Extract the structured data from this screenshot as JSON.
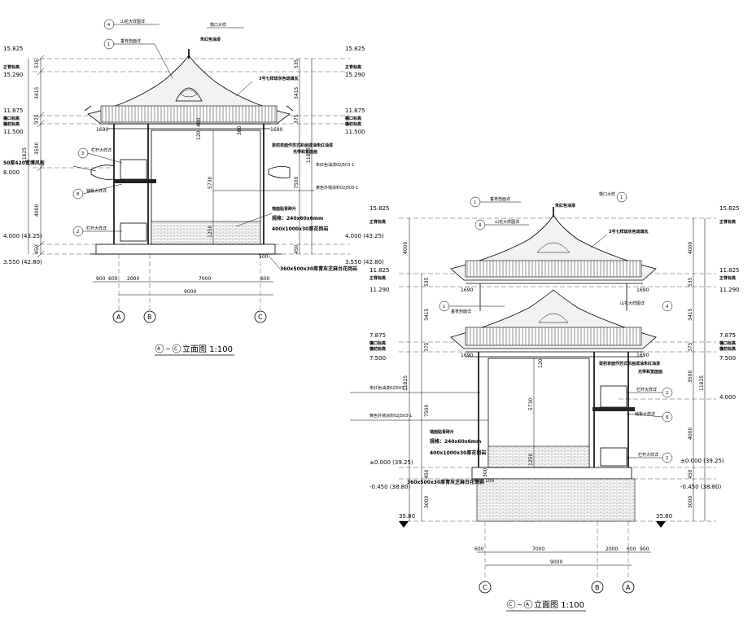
{
  "elevation_left": {
    "title_prefix_a": "A",
    "title_mid": "~",
    "title_prefix_c": "C",
    "title_text": "立面图 1:100",
    "levels_left": [
      {
        "value": "15.825",
        "label": "正脊标高"
      },
      {
        "value": "15.290",
        "label": ""
      },
      {
        "value": "11.875",
        "label": "檐口标高"
      },
      {
        "value": "11.500",
        "label": "檐枋标高"
      },
      {
        "value": "8.000",
        "label": ""
      },
      {
        "value": "4.000 (43.25)",
        "label": ""
      },
      {
        "value": "3.550 (42.80)",
        "label": ""
      }
    ],
    "levels_right": [
      {
        "value": "15.825",
        "label": "正脊标高"
      },
      {
        "value": "15.290",
        "label": ""
      },
      {
        "value": "11.875",
        "label": "檐口标高"
      },
      {
        "value": "11.500",
        "label": "檐枋标高"
      },
      {
        "value": "4.000 (43.25)",
        "label": ""
      },
      {
        "value": "3.550 (42.80)",
        "label": ""
      }
    ],
    "dims_vertical_left": [
      "535",
      "3415",
      "375",
      "3500",
      "4000",
      "450",
      "11825"
    ],
    "dims_vertical_right": [
      "535",
      "3415",
      "375",
      "7500",
      "450",
      "11825"
    ],
    "dims_inner": [
      "5730",
      "120",
      "400",
      "1250",
      "380",
      "500"
    ],
    "dims_horizontal": [
      "900",
      "600",
      "2000",
      "7000",
      "600",
      "9000",
      "1690",
      "1690"
    ],
    "axes": [
      "A",
      "B",
      "C"
    ],
    "callouts": [
      {
        "text": "山花大样图详",
        "num": "4"
      },
      {
        "text": "垂脊剖面详",
        "num": "1"
      },
      {
        "text": "檐口大样",
        "num": ""
      },
      {
        "text": "朱红色油漆",
        "num": ""
      },
      {
        "text": "3号七样琉灰色琉璃瓦",
        "num": ""
      },
      {
        "text": "栏杆大样详",
        "num": "3"
      },
      {
        "text": "铺板大样详",
        "num": "8"
      },
      {
        "text": "栏杆大样详",
        "num": "2"
      },
      {
        "text": "50厚420宽博风板",
        "num": ""
      },
      {
        "text": "朱红色油漆02J503-1",
        "num": ""
      },
      {
        "text": "黄色外墙涂料02J503-1",
        "num": ""
      },
      {
        "text": "梁枋表面作苏式彩画或油朱红油漆",
        "num": ""
      },
      {
        "text": "光带和宽面画",
        "num": ""
      },
      {
        "text": "墙面贴青砖片",
        "num": ""
      },
      {
        "text": "规格：240x60x6mm",
        "num": ""
      },
      {
        "text": "400x1000x30厚花岗岩",
        "num": ""
      },
      {
        "text": "360x500x30厚青灰芝麻台花岗岩",
        "num": ""
      }
    ]
  },
  "elevation_right": {
    "title_prefix_c": "C",
    "title_mid": "~",
    "title_prefix_a": "A",
    "title_text": "立面图 1:100",
    "levels_left": [
      {
        "value": "15.825",
        "label": "正脊标高"
      },
      {
        "value": "11.825",
        "label": "正脊标高"
      },
      {
        "value": "11.290",
        "label": ""
      },
      {
        "value": "7.875",
        "label": "檐口标高"
      },
      {
        "value": "7.500",
        "label": "檐枋标高"
      },
      {
        "value": "±0.000 (39.25)",
        "label": ""
      },
      {
        "value": "-0.450 (38.80)",
        "label": ""
      },
      {
        "value": "35.80",
        "label": ""
      }
    ],
    "levels_right": [
      {
        "value": "15.825",
        "label": "正脊标高"
      },
      {
        "value": "11.825",
        "label": "正脊标高"
      },
      {
        "value": "11.290",
        "label": ""
      },
      {
        "value": "7.875",
        "label": "檐口标高"
      },
      {
        "value": "7.500",
        "label": "檐枋标高"
      },
      {
        "value": "4.000",
        "label": ""
      },
      {
        "value": "±0.000 (39.25)",
        "label": ""
      },
      {
        "value": "-0.450 (38.80)",
        "label": ""
      },
      {
        "value": "35.80",
        "label": ""
      }
    ],
    "dims_vertical_left": [
      "4000",
      "535",
      "3415",
      "375",
      "7500",
      "450",
      "3000",
      "11825"
    ],
    "dims_vertical_right": [
      "4000",
      "535",
      "3415",
      "375",
      "3500",
      "4000",
      "450",
      "3000",
      "11825"
    ],
    "dims_inner": [
      "5730",
      "120",
      "1250",
      "300",
      "600",
      "100"
    ],
    "dims_horizontal": [
      "600",
      "7000",
      "2000",
      "600",
      "900",
      "9000",
      "1690",
      "1690",
      "1690",
      "1690"
    ],
    "axes": [
      "C",
      "B",
      "A"
    ],
    "callouts": [
      {
        "text": "垂脊剖面详",
        "num": "1"
      },
      {
        "text": "山花大样图详",
        "num": "4"
      },
      {
        "text": "朱红色油漆",
        "num": ""
      },
      {
        "text": "檐口大样",
        "num": "1"
      },
      {
        "text": "3号七样琉灰色琉璃瓦",
        "num": ""
      },
      {
        "text": "垂脊剖面详",
        "num": "1"
      },
      {
        "text": "山花大样图详",
        "num": "4"
      },
      {
        "text": "栏杆大样详",
        "num": "2"
      },
      {
        "text": "铺板大样详",
        "num": "8"
      },
      {
        "text": "栏杆大样详",
        "num": "2"
      },
      {
        "text": "朱红色油漆02J503-1",
        "num": ""
      },
      {
        "text": "黄色外墙涂料02J503-1",
        "num": ""
      },
      {
        "text": "梁枋表面作苏式彩画或油朱红油漆",
        "num": ""
      },
      {
        "text": "光带和宽面画",
        "num": ""
      },
      {
        "text": "墙面贴青砖片",
        "num": ""
      },
      {
        "text": "规格：240x60x6mm",
        "num": ""
      },
      {
        "text": "400x1000x30厚花岗岩",
        "num": ""
      },
      {
        "text": "360x500x30厚青灰芝麻台花岗岩",
        "num": ""
      }
    ]
  }
}
